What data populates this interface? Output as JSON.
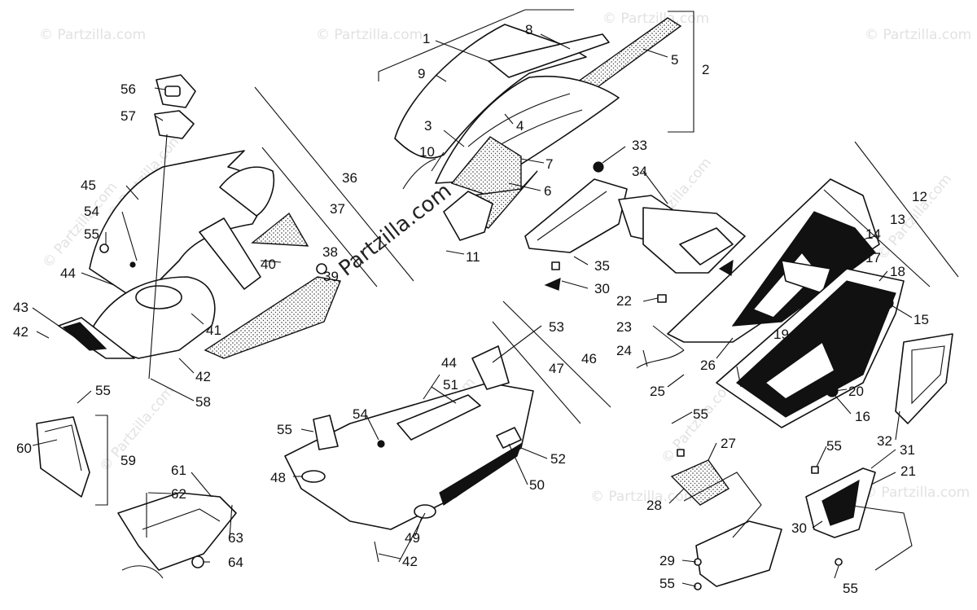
{
  "watermark": {
    "site": "© Partzilla.com",
    "diagonal": "Partzilla.com"
  },
  "callouts": [
    "1",
    "2",
    "3",
    "4",
    "5",
    "6",
    "7",
    "8",
    "9",
    "10",
    "11",
    "12",
    "13",
    "14",
    "15",
    "16",
    "17",
    "18",
    "19",
    "20",
    "21",
    "22",
    "23",
    "24",
    "25",
    "26",
    "27",
    "28",
    "29",
    "30",
    "30",
    "31",
    "32",
    "33",
    "34",
    "35",
    "36",
    "37",
    "38",
    "39",
    "40",
    "41",
    "42",
    "42",
    "42",
    "43",
    "44",
    "44",
    "45",
    "46",
    "47",
    "48",
    "49",
    "50",
    "51",
    "52",
    "53",
    "54",
    "54",
    "55",
    "55",
    "55",
    "55",
    "55",
    "55",
    "55",
    "56",
    "57",
    "58",
    "59",
    "60",
    "61",
    "62",
    "63",
    "64"
  ]
}
